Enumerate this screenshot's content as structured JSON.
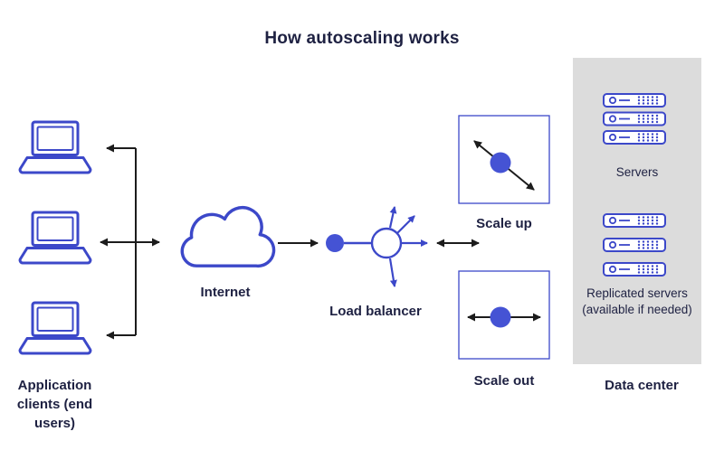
{
  "title": "How autoscaling works",
  "labels": {
    "clients": "Application clients (end users)",
    "internet": "Internet",
    "load_balancer": "Load balancer",
    "scale_up": "Scale up",
    "scale_out": "Scale out",
    "servers": "Servers",
    "replicated_servers": "Replicated servers (available if needed)",
    "data_center": "Data center"
  },
  "colors": {
    "accent": "#3c48c9",
    "dot": "#4553d4",
    "text": "#1e2142",
    "panel": "#dcdcdc",
    "arrow": "#1c1c1c"
  }
}
